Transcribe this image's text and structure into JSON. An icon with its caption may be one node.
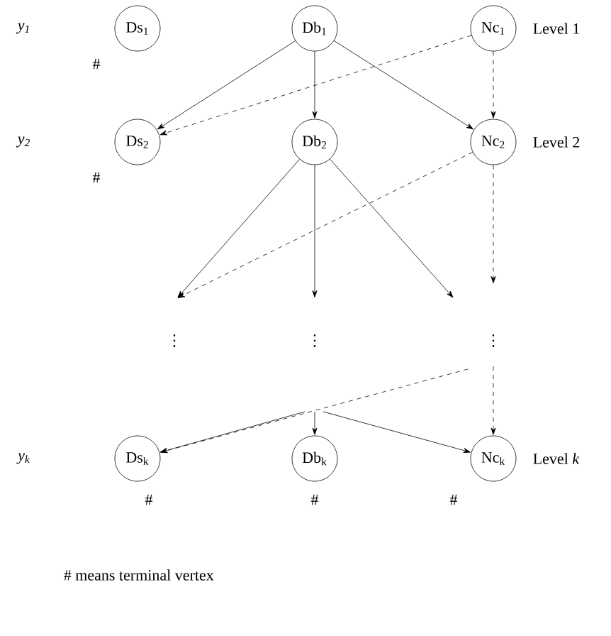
{
  "diagram": {
    "nodes": [
      {
        "text": [
          "Ds$_{1}$"
        ],
        "beside": [
          "#"
        ]
      },
      {
        "text": [
          "Db$_{1}$"
        ]
      },
      {
        "text": [
          "Nc$_{1}$"
        ]
      },
      {
        "text": [
          "Ds$_{2}$"
        ],
        "beside": [
          "#"
        ]
      },
      {
        "text": [
          "Db$_{2}$"
        ]
      },
      {
        "text": [
          "Nc$_{2}$"
        ]
      },
      {
        "text": [
          "Ds$_{k}$"
        ],
        "beside": [
          "#"
        ]
      },
      {
        "text": [
          "Db$_{k}$"
        ],
        "beside": [
          "#"
        ]
      },
      {
        "text": [
          "Nc$_{k}$"
        ],
        "beside": [
          "#"
        ]
      }
    ],
    "edges": [
      {
        "from": 1,
        "to": 3,
        "arrow": "to"
      },
      {
        "from": 1,
        "to": 4,
        "arrow": "to"
      },
      {
        "from": 1,
        "to": 5,
        "arrow": "to"
      },
      {
        "from": 2,
        "to": 3,
        "arrow": "to",
        "style": "dashed"
      },
      {
        "from": 2,
        "to": 5,
        "arrow": "to",
        "style": "dashed"
      },
      {
        "from": 4,
        "to": null,
        "arrow": "to"
      },
      {
        "from": 4,
        "to": null,
        "arrow": "to"
      },
      {
        "from": 4,
        "to": null,
        "arrow": "to"
      },
      {
        "from": 5,
        "to": null,
        "arrow": "to",
        "style": "dashed"
      },
      {
        "from": 5,
        "to": null,
        "arrow": "to",
        "style": "dashed"
      },
      {
        "from": null,
        "to": 6,
        "arrow": "to"
      },
      {
        "from": null,
        "to": 7,
        "arrow": "to"
      },
      {
        "from": null,
        "to": 8,
        "arrow": "to"
      },
      {
        "from": null,
        "to": 6,
        "arrow": "to",
        "style": "dashed"
      },
      {
        "from": null,
        "to": 8,
        "arrow": "to",
        "style": "dashed"
      }
    ],
    "labels": [
      "y$_{1}$",
      "Level 1",
      "y$_{2}$",
      "Level 2",
      "⋮",
      "⋮",
      "⋮",
      "y$_{k}$",
      "Level *k*",
      "# means terminal vertex"
    ]
  }
}
